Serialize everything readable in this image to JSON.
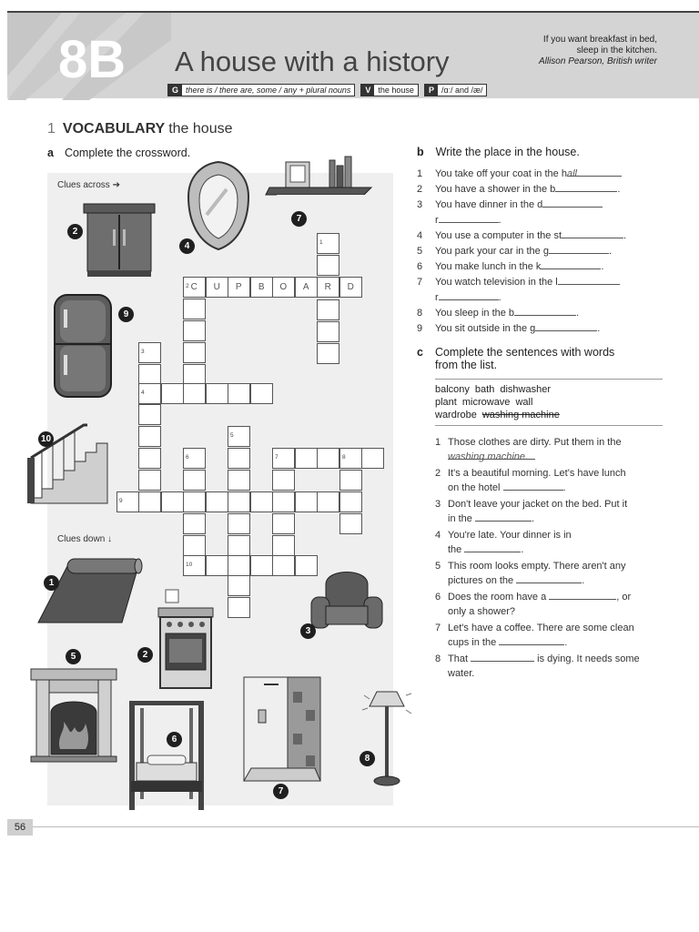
{
  "header": {
    "unit": "8B",
    "title": "A house with a history",
    "quote_line1": "If you want breakfast in bed,",
    "quote_line2": "sleep in the kitchen.",
    "quote_author": "Allison Pearson, British writer",
    "topics": [
      {
        "key": "G",
        "value": "there is / there are, some / any + plural nouns"
      },
      {
        "key": "V",
        "value": "the house"
      },
      {
        "key": "P",
        "value": "/ɑː/ and /æ/"
      }
    ]
  },
  "section": {
    "number": "1",
    "name": "VOCABULARY",
    "topic": "the house"
  },
  "part_a": {
    "letter": "a",
    "instruction": "Complete the crossword."
  },
  "clues_across_label": "Clues across",
  "clues_down_label": "Clues down",
  "crossword": {
    "across_answer": [
      "C",
      "U",
      "P",
      "B",
      "O",
      "A",
      "R",
      "D"
    ],
    "numbers": {
      "c1": "1",
      "c2": "2",
      "c3": "3",
      "c4": "4",
      "c5": "5",
      "c6": "6",
      "c7": "7",
      "c8": "8",
      "c9": "9",
      "c10": "10"
    }
  },
  "badges": {
    "across": [
      "2",
      "4",
      "7",
      "9",
      "10"
    ],
    "down": [
      "1",
      "2",
      "3",
      "5",
      "6",
      "7",
      "8"
    ]
  },
  "part_b": {
    "letter": "b",
    "instruction": "Write the place in the house.",
    "items": [
      {
        "n": "1",
        "text": "You take off your coat in the h",
        "answer": "all."
      },
      {
        "n": "2",
        "text": "You have a shower in the b",
        "end": "."
      },
      {
        "n": "3",
        "text": "You have dinner in the d",
        "line2": "r",
        "end": "."
      },
      {
        "n": "4",
        "text": "You use a computer in the st",
        "end": "."
      },
      {
        "n": "5",
        "text": "You park your car in the g",
        "end": "."
      },
      {
        "n": "6",
        "text": "You make lunch in the k",
        "end": "."
      },
      {
        "n": "7",
        "text": "You watch television in the l",
        "line2": "r",
        "end": "."
      },
      {
        "n": "8",
        "text": "You sleep in the b",
        "end": "."
      },
      {
        "n": "9",
        "text": "You sit outside in the g",
        "end": "."
      }
    ]
  },
  "part_c": {
    "letter": "c",
    "instruction_line1": "Complete the sentences with words",
    "instruction_line2": "from the list.",
    "words_row1": [
      "balcony",
      "bath",
      "dishwasher"
    ],
    "words_row2": [
      "plant",
      "microwave",
      "wall"
    ],
    "words_row3_plain": "wardrobe",
    "words_row3_struck": "washing machine",
    "sentences": [
      {
        "n": "1",
        "a": "Those clothes are dirty. Put them in the",
        "answer": "washing machine."
      },
      {
        "n": "2",
        "a": "It's a beautiful morning. Let's have lunch",
        "b": "on the hotel",
        "end": "."
      },
      {
        "n": "3",
        "a": "Don't leave your jacket on the bed. Put it",
        "b": "in the",
        "end": "."
      },
      {
        "n": "4",
        "a": "You're late. Your dinner is in",
        "b": "the",
        "end": "."
      },
      {
        "n": "5",
        "a": "This room looks empty. There aren't any",
        "b": "pictures on the",
        "end": "."
      },
      {
        "n": "6",
        "a": "Does the room have a",
        "a_end": ", or",
        "b": "only a shower?"
      },
      {
        "n": "7",
        "a": "Let's have a coffee. There are some clean",
        "b": "cups in the",
        "end": "."
      },
      {
        "n": "8",
        "a": "That",
        "a_end": "is dying. It needs some",
        "b": "water."
      }
    ]
  },
  "page_number": "56"
}
